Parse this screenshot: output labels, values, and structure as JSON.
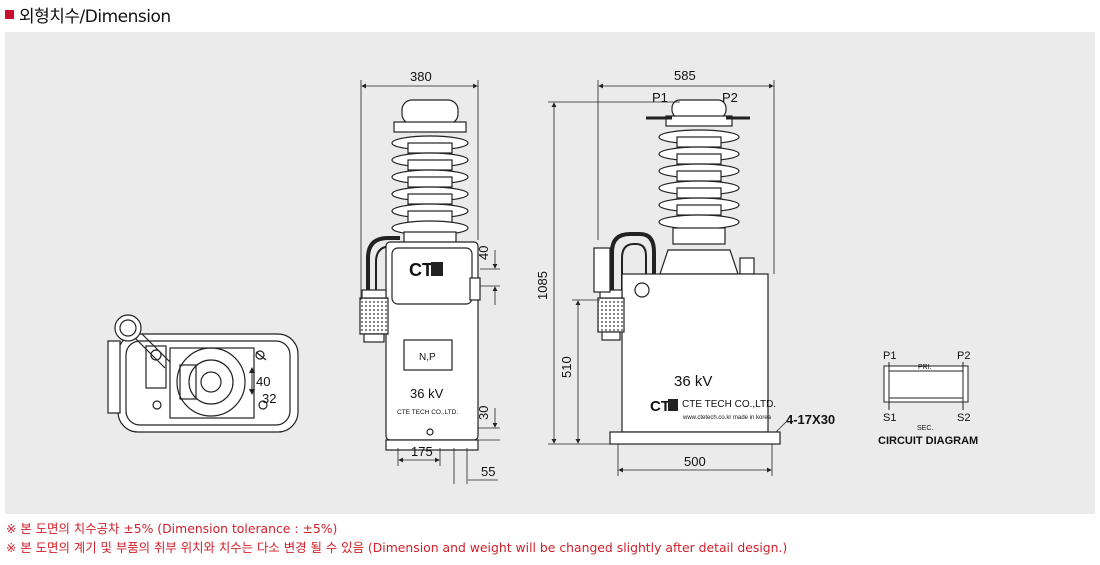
{
  "header": {
    "title": "외형치수/Dimension"
  },
  "side_view": {
    "dim_width": "380",
    "dim_40": "40",
    "dim_30": "30",
    "dim_175": "175",
    "dim_55": "55",
    "logo": "CT",
    "nameplate": "N,P",
    "voltage": "36  kV",
    "company": "CTE TECH CO.,LTD."
  },
  "front_view": {
    "dim_width": "585",
    "dim_height": "1085",
    "dim_510": "510",
    "dim_500": "500",
    "dim_holes": "4-17X30",
    "terminal_p1": "P1",
    "terminal_p2": "P2",
    "voltage": "36  kV",
    "logo": "CT",
    "company": "CTE TECH CO.,LTD.",
    "website": "www.ctetech.co.kr",
    "made_in": "made in korea"
  },
  "plan_view": {
    "dim_40": "40",
    "dim_32": "32"
  },
  "circuit": {
    "p1": "P1",
    "p2": "P2",
    "pri": "PRI.",
    "s1": "S1",
    "s2": "S2",
    "sec": "SEC.",
    "caption": "CIRCUIT DIAGRAM"
  },
  "notes": [
    "※ 본 도면의 치수공차 ±5% (Dimension tolerance : ±5%)",
    "※ 본 도면의 계기 및 부품의 취부 위치와 치수는 다소 변경 될 수 있음 (Dimension and weight will be changed slightly after detail design.)"
  ]
}
